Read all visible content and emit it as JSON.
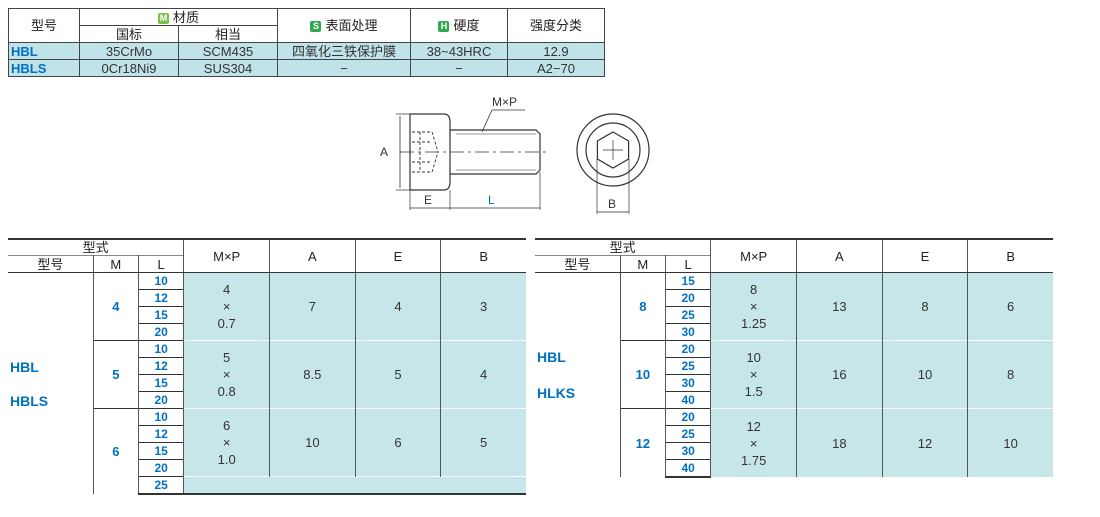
{
  "material_table": {
    "headers": {
      "model": "型号",
      "material": "材质",
      "std_cn": "国标",
      "equiv": "相当",
      "surface": "表面处理",
      "hardness": "硬度",
      "strength": "强度分类"
    },
    "badges": {
      "material": "M",
      "surface": "S",
      "hardness": "H"
    },
    "badge_colors": {
      "material": "#7cc04a",
      "surface": "#2fa84f",
      "hardness": "#2fa84f"
    },
    "rows": [
      {
        "model": "HBL",
        "std_cn": "35CrMo",
        "equiv": "SCM435",
        "surface": "四氧化三铁保护膜",
        "hardness": "38~43HRC",
        "strength": "12.9"
      },
      {
        "model": "HBLS",
        "std_cn": "0Cr18Ni9",
        "equiv": "SUS304",
        "surface": "−",
        "hardness": "−",
        "strength": "A2−70"
      }
    ]
  },
  "drawing": {
    "labels": {
      "mp": "M×P",
      "a": "A",
      "e": "E",
      "l": "L",
      "b": "B"
    }
  },
  "spec_headers": {
    "form": "型式",
    "model": "型号",
    "m": "M",
    "l": "L",
    "mp": "M×P",
    "a": "A",
    "e": "E",
    "b": "B"
  },
  "spec_left": {
    "types": [
      "HBL",
      "HBLS"
    ],
    "groups": [
      {
        "m": "4",
        "l": [
          "10",
          "12",
          "15",
          "20"
        ],
        "mp": [
          "4",
          "×",
          "0.7"
        ],
        "a": "7",
        "e": "4",
        "b": "3"
      },
      {
        "m": "5",
        "l": [
          "10",
          "12",
          "15",
          "20"
        ],
        "mp": [
          "5",
          "×",
          "0.8"
        ],
        "a": "8.5",
        "e": "5",
        "b": "4"
      },
      {
        "m": "6",
        "l": [
          "10",
          "12",
          "15",
          "20",
          "25"
        ],
        "mp": [
          "6",
          "×",
          "1.0"
        ],
        "a": "10",
        "e": "6",
        "b": "5"
      }
    ]
  },
  "spec_right": {
    "types": [
      "HBL",
      "HLKS"
    ],
    "groups": [
      {
        "m": "8",
        "l": [
          "15",
          "20",
          "25",
          "30"
        ],
        "mp": [
          "8",
          "×",
          "1.25"
        ],
        "a": "13",
        "e": "8",
        "b": "6"
      },
      {
        "m": "10",
        "l": [
          "20",
          "25",
          "30",
          "40"
        ],
        "mp": [
          "10",
          "×",
          "1.5"
        ],
        "a": "16",
        "e": "10",
        "b": "8"
      },
      {
        "m": "12",
        "l": [
          "20",
          "25",
          "30",
          "40"
        ],
        "mp": [
          "12",
          "×",
          "1.75"
        ],
        "a": "18",
        "e": "12",
        "b": "10"
      }
    ]
  }
}
